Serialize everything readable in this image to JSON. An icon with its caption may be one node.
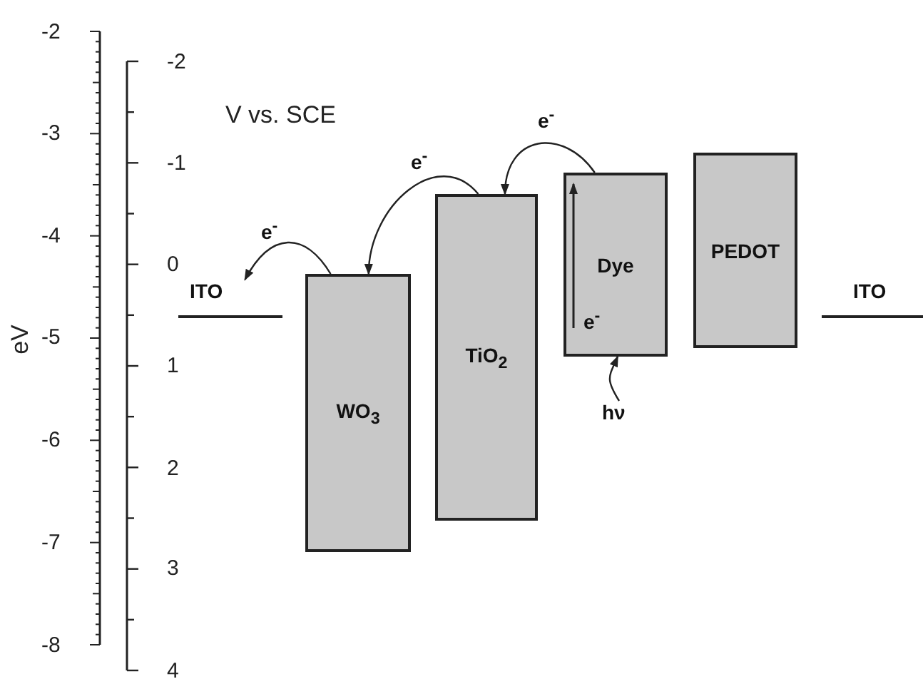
{
  "diagram": {
    "nodes": [
      {
        "text": [
          "ITO"
        ]
      },
      {
        "text": [
          "WO$_{3}$"
        ]
      },
      {
        "text": [
          "TiO$_{2}$"
        ]
      },
      {
        "text": [
          "Dye",
          "e$^{-}$"
        ]
      },
      {
        "text": [
          "PEDOT"
        ]
      },
      {
        "text": [
          "ITO"
        ]
      },
      {
        "text": [
          "hν"
        ]
      }
    ],
    "edges": [
      {
        "from": 1,
        "to": 0,
        "arrow": "to",
        "label": "e$^{-}$"
      },
      {
        "from": 2,
        "to": 1,
        "arrow": "to",
        "label": "e$^{-}$"
      },
      {
        "from": 3,
        "to": 2,
        "arrow": "to",
        "label": "e$^{-}$"
      },
      {
        "from": 6,
        "to": 3,
        "arrow": "to"
      }
    ],
    "labels": [
      "-2",
      "-3",
      "-4",
      "-5",
      "-6",
      "-7",
      "-8",
      "eV",
      "-2",
      "-1",
      "0",
      "1",
      "2",
      "3",
      "4",
      "V vs. SCE"
    ]
  }
}
